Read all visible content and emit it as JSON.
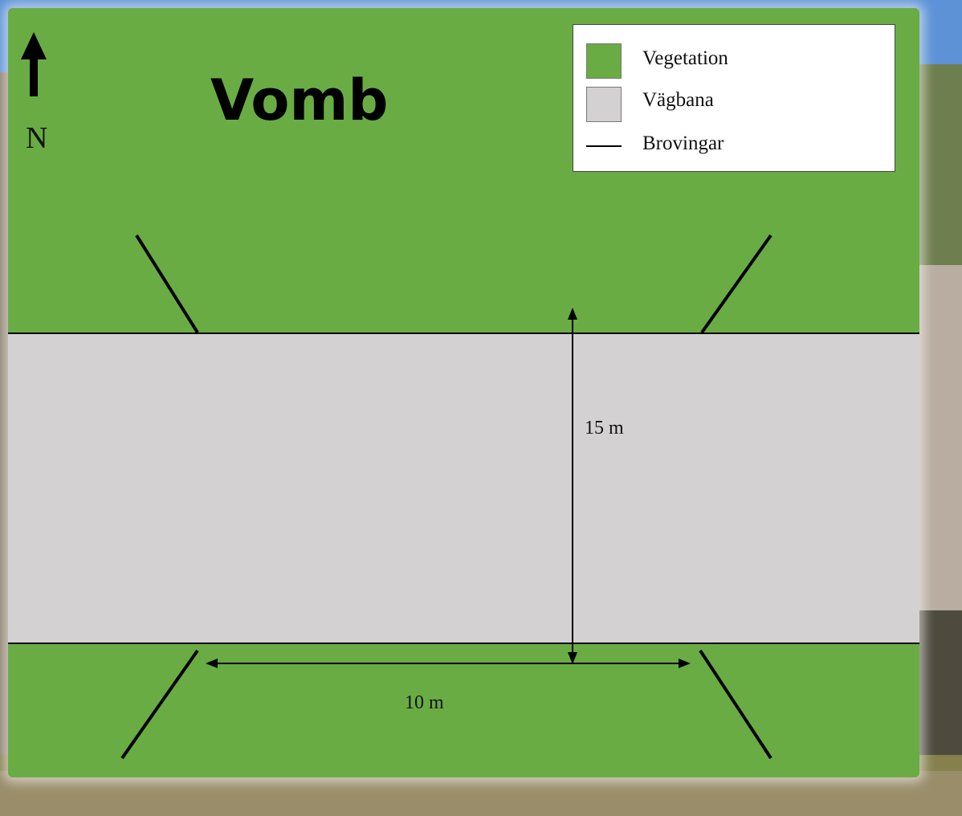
{
  "title": "Vomb",
  "north_label": "N",
  "legend": {
    "items": [
      {
        "label": "Vegetation",
        "symbol": "fill",
        "color": "#6aac44"
      },
      {
        "label": "Vägbana",
        "symbol": "fill",
        "color": "#d4d1d3"
      },
      {
        "label": "Brovingar",
        "symbol": "line",
        "color": "#000000"
      }
    ]
  },
  "dimensions": {
    "road_width": "15 m",
    "wing_spacing": "10 m"
  },
  "colors": {
    "vegetation": "#6aac44",
    "road": "#d4d1d3",
    "lines": "#000000"
  }
}
